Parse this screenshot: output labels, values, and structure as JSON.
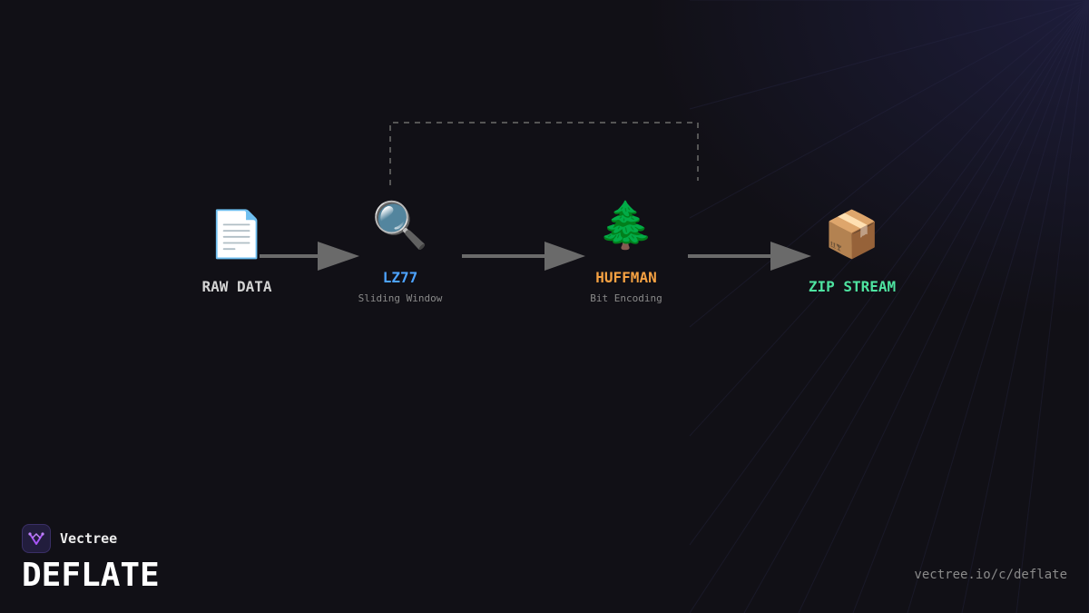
{
  "brand": {
    "name": "Vectree",
    "accent": "#a855f7"
  },
  "title": "DEFLATE",
  "url": "vectree.io/c/deflate",
  "colors": {
    "background": "#111016",
    "arrow": "#6a6a6a",
    "dashed_line": "#555555"
  },
  "nodes": [
    {
      "id": "raw-data",
      "icon": "page-icon",
      "glyph": "📄",
      "label": "RAW DATA",
      "sublabel": "",
      "color": "#d4d4d4"
    },
    {
      "id": "lz77",
      "icon": "magnifier-icon",
      "glyph": "🔍",
      "label": "LZ77",
      "sublabel": "Sliding Window",
      "color": "#4da3ff"
    },
    {
      "id": "huffman",
      "icon": "tree-icon",
      "glyph": "🌲",
      "label": "HUFFMAN",
      "sublabel": "Bit Encoding",
      "color": "#f5a142"
    },
    {
      "id": "zip-stream",
      "icon": "package-icon",
      "glyph": "📦",
      "label": "ZIP STREAM",
      "sublabel": "",
      "color": "#4ee3a0"
    }
  ],
  "edges": [
    {
      "from": "raw-data",
      "to": "lz77",
      "style": "solid"
    },
    {
      "from": "lz77",
      "to": "huffman",
      "style": "solid"
    },
    {
      "from": "huffman",
      "to": "zip-stream",
      "style": "solid"
    },
    {
      "from": "lz77",
      "to": "huffman",
      "style": "dashed-loop"
    }
  ]
}
